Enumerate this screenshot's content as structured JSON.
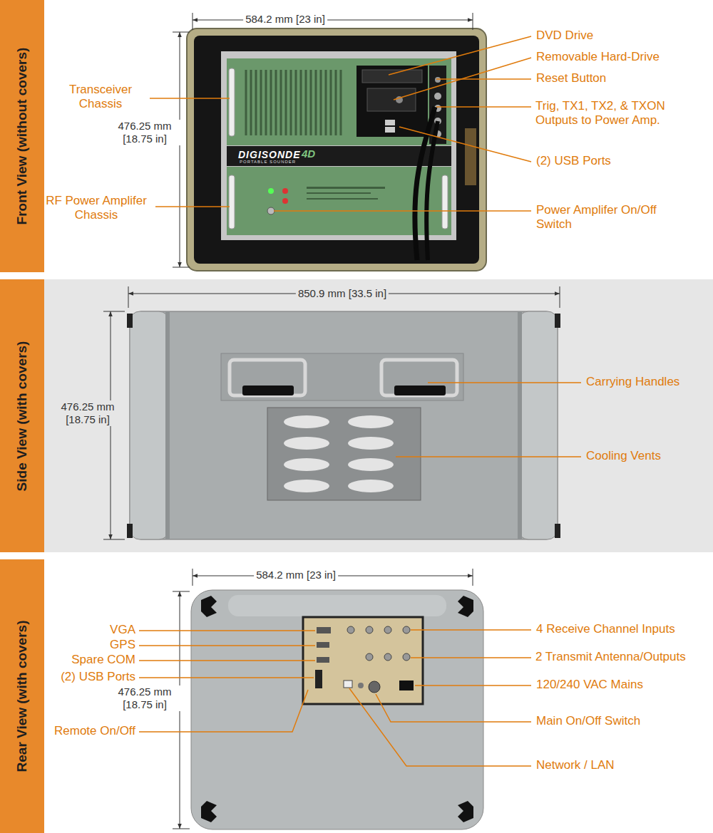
{
  "diagram": {
    "nodes": [
      {
        "text": [
          "Front View (without covers)"
        ]
      },
      {
        "text": [
          "Side View (with covers)"
        ]
      },
      {
        "text": [
          "Rear View (with covers)"
        ]
      }
    ],
    "labels": [
      "584.2 mm [23 in]",
      "476.25 mm [18.75 in]",
      "Transceiver Chassis",
      "RF Power Amplifer Chassis",
      "DVD Drive",
      "Removable Hard-Drive",
      "Reset Button",
      "Trig, TX1, TX2, & TXON Outputs to Power Amp.",
      "(2) USB Ports",
      "Power Amplifer On/Off Switch",
      "DIGISONDE",
      "4D",
      "PORTABLE SOUNDER",
      "850.9 mm [33.5 in]",
      "476.25 mm [18.75 in]",
      "Carrying Handles",
      "Cooling Vents",
      "584.2 mm [23 in]",
      "VGA",
      "GPS",
      "Spare COM",
      "(2) USB Ports",
      "476.25 mm [18.75 in]",
      "Remote On/Off",
      "4 Receive Channel Inputs",
      "2 Transmit Antenna/Outputs",
      "120/240 VAC Mains",
      "Main On/Off Switch",
      "Network / LAN"
    ]
  }
}
